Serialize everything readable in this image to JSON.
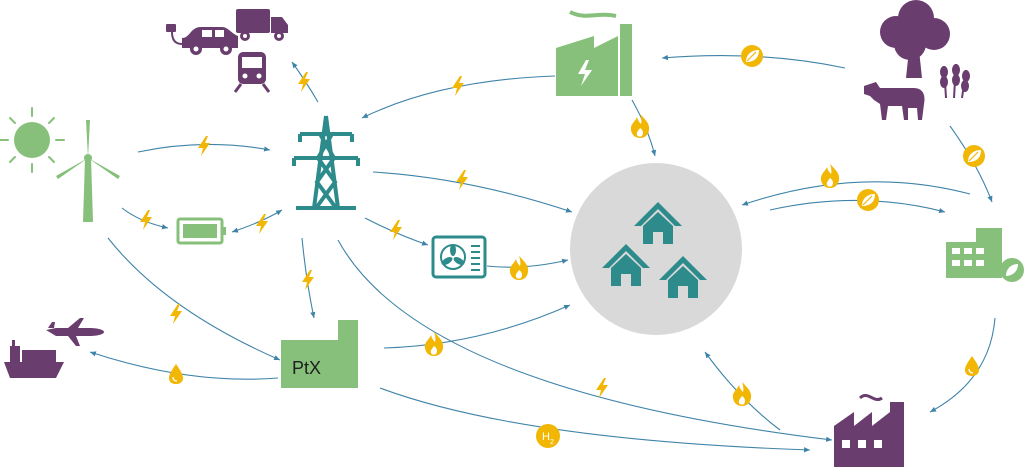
{
  "labels": {
    "ptx": "PtX",
    "h2": "H",
    "h2_sub": "2"
  },
  "colors": {
    "purple": "#6a3d6f",
    "green": "#86c07a",
    "teal": "#2e8b8b",
    "gold": "#f2b705",
    "arrow": "#3f84a8",
    "hub": "#d9d9d9"
  },
  "icons": [
    "sun-icon",
    "wind-turbine-icon",
    "battery-icon",
    "power-pylon-icon",
    "electric-car-icon",
    "truck-icon",
    "train-icon",
    "power-plant-icon",
    "tree-icon",
    "cow-icon",
    "wheat-icon",
    "biogas-factory-icon",
    "heat-pump-icon",
    "ptx-plant-icon",
    "ship-icon",
    "airplane-icon",
    "industry-factory-icon",
    "house-icon",
    "lightning-icon",
    "flame-icon",
    "leaf-icon",
    "fuel-drop-icon",
    "hydrogen-icon"
  ]
}
